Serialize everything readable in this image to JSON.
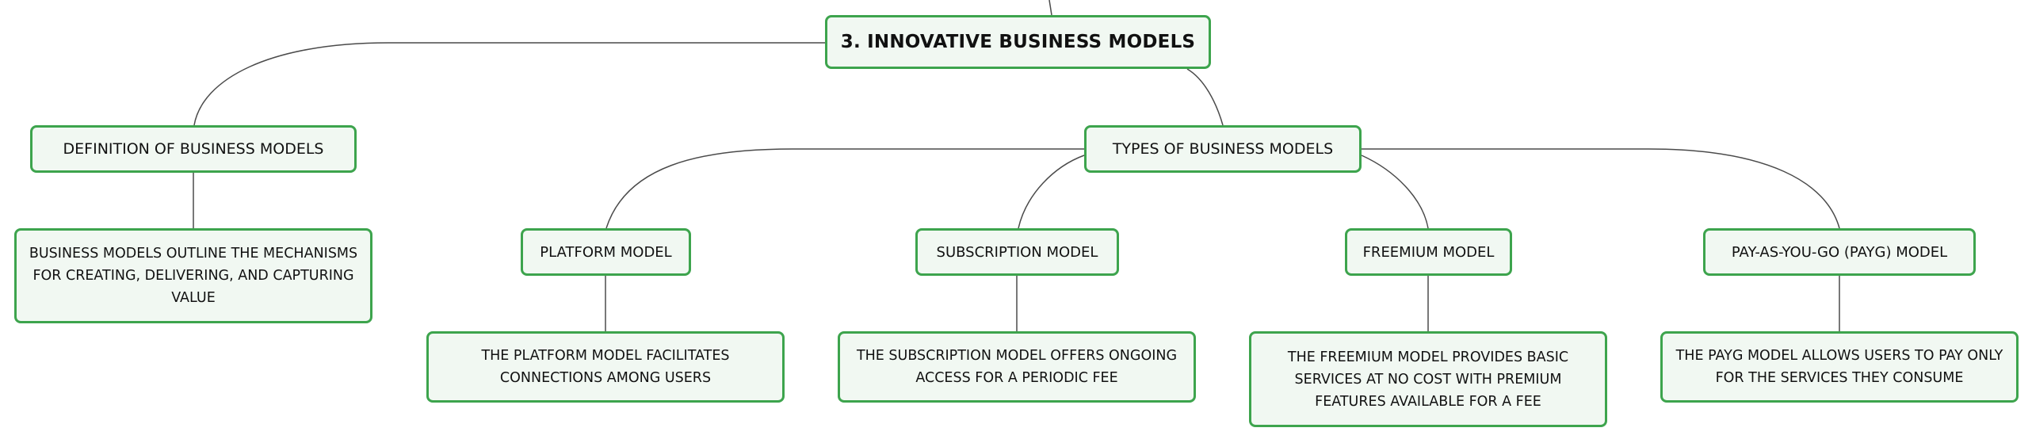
{
  "mindmap": {
    "root": "3. INNOVATIVE BUSINESS MODELS",
    "definition": {
      "label": "DEFINITION OF BUSINESS MODELS",
      "detail": "BUSINESS MODELS OUTLINE THE MECHANISMS FOR CREATING, DELIVERING, AND CAPTURING VALUE"
    },
    "types": {
      "label": "TYPES OF BUSINESS MODELS",
      "children": [
        {
          "label": "PLATFORM MODEL",
          "detail": "THE PLATFORM MODEL FACILITATES CONNECTIONS AMONG USERS"
        },
        {
          "label": "SUBSCRIPTION MODEL",
          "detail": "THE SUBSCRIPTION MODEL OFFERS ONGOING ACCESS FOR A PERIODIC FEE"
        },
        {
          "label": "FREEMIUM MODEL",
          "detail": "THE FREEMIUM MODEL PROVIDES BASIC SERVICES AT NO COST WITH PREMIUM FEATURES AVAILABLE FOR A FEE"
        },
        {
          "label": "PAY-AS-YOU-GO (PAYG) MODEL",
          "detail": "THE PAYG MODEL ALLOWS USERS TO PAY ONLY FOR THE SERVICES THEY CONSUME"
        }
      ]
    }
  },
  "colors": {
    "node_border": "#3da44d",
    "node_fill": "#f1f8f2",
    "connector": "#4a4a4a",
    "text": "#111111"
  }
}
